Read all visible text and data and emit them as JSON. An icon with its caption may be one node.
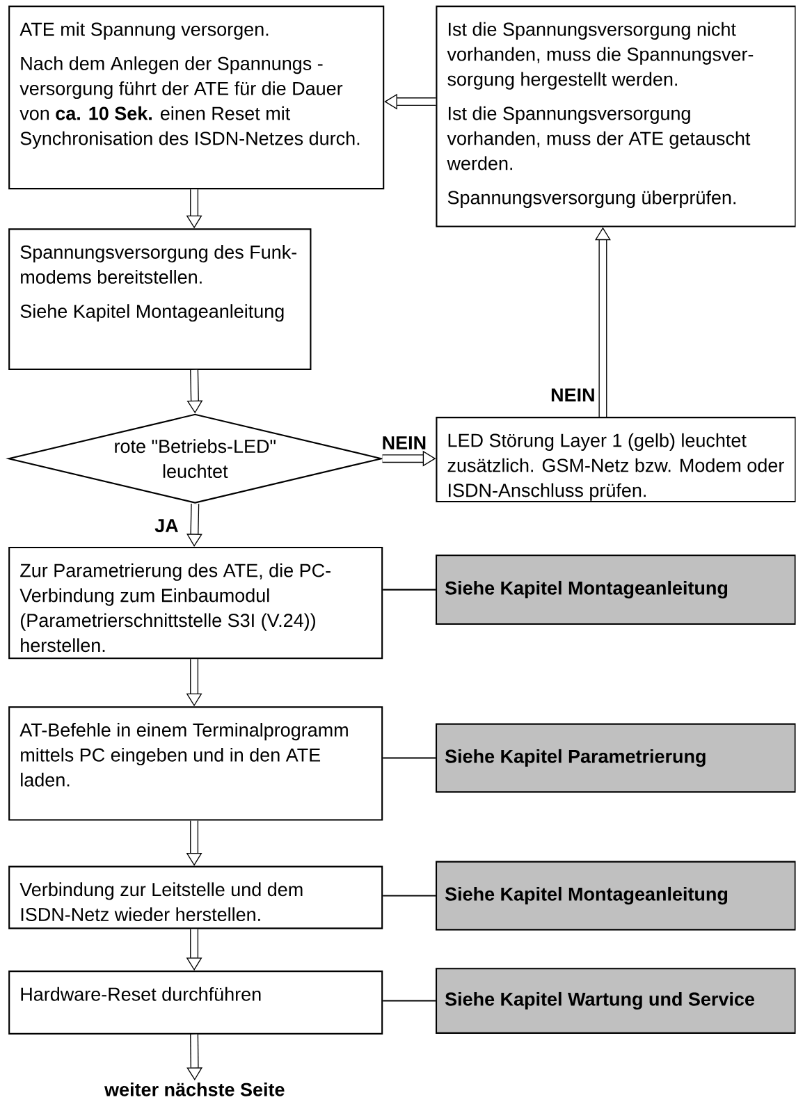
{
  "diagram": {
    "nodes": [
      {
        "text": [
          "ATE mit Spannung versorgen.",
          "Nach dem Anlegen der Spannungs - versorgung führt der ATE für die Dauer von **ca. 10 Sek.** einen Reset mit Synchronisation des ISDN-Netzes durch."
        ]
      },
      {
        "text": [
          "Ist die Spannungsversorgung nicht vorhanden, muss die Spannungsver- sorgung hergestellt werden.",
          "Ist die Spannungsversorgung vorhanden, muss der ATE getauscht werden.",
          "Spannungsversorgung überprüfen."
        ]
      },
      {
        "text": [
          "Spannungsversorgung des Funk- modems bereitstellen.",
          "Siehe Kapitel Montageanleitung"
        ]
      },
      {
        "text": [
          "rote \"Betriebs-LED\" leuchtet"
        ]
      },
      {
        "text": [
          "LED Störung Layer 1 (gelb) leuchtet zusätzlich. GSM-Netz bzw. Modem oder ISDN-Anschluss prüfen."
        ]
      },
      {
        "text": [
          "Zur Parametrierung des ATE, die PC- Verbindung zum Einbaumodul (Parametrierschnittstelle S3I (V.24)) herstellen."
        ]
      },
      {
        "text": [
          "Siehe Kapitel Montageanleitung"
        ]
      },
      {
        "text": [
          "AT-Befehle in einem Terminalprogramm mittels PC eingeben und in den ATE laden."
        ]
      },
      {
        "text": [
          "Siehe Kapitel Parametrierung"
        ]
      },
      {
        "text": [
          "Verbindung zur Leitstelle und dem ISDN-Netz wieder herstellen."
        ]
      },
      {
        "text": [
          "Siehe Kapitel Montageanleitung"
        ]
      },
      {
        "text": [
          "Hardware-Reset durchführen"
        ]
      },
      {
        "text": [
          "Siehe Kapitel Wartung und Service"
        ]
      },
      {
        "text": [
          "weiter nächste Seite"
        ]
      }
    ],
    "edges": [
      {
        "from": 1,
        "to": 0,
        "arrow": "to"
      },
      {
        "from": 0,
        "to": 2,
        "arrow": "to"
      },
      {
        "from": 2,
        "to": 3,
        "arrow": "to"
      },
      {
        "from": 3,
        "to": 4,
        "arrow": "to",
        "label": "NEIN"
      },
      {
        "from": 4,
        "to": 1,
        "arrow": "to",
        "label": "NEIN"
      },
      {
        "from": 3,
        "to": 5,
        "arrow": "to",
        "label": "JA"
      },
      {
        "from": 5,
        "to": 6,
        "arrow": "none"
      },
      {
        "from": 5,
        "to": 7,
        "arrow": "to"
      },
      {
        "from": 7,
        "to": 8,
        "arrow": "none"
      },
      {
        "from": 7,
        "to": 9,
        "arrow": "to"
      },
      {
        "from": 9,
        "to": 10,
        "arrow": "none"
      },
      {
        "from": 9,
        "to": 11,
        "arrow": "to"
      },
      {
        "from": 11,
        "to": 12,
        "arrow": "none"
      },
      {
        "from": 11,
        "to": 13,
        "arrow": "to"
      }
    ]
  }
}
